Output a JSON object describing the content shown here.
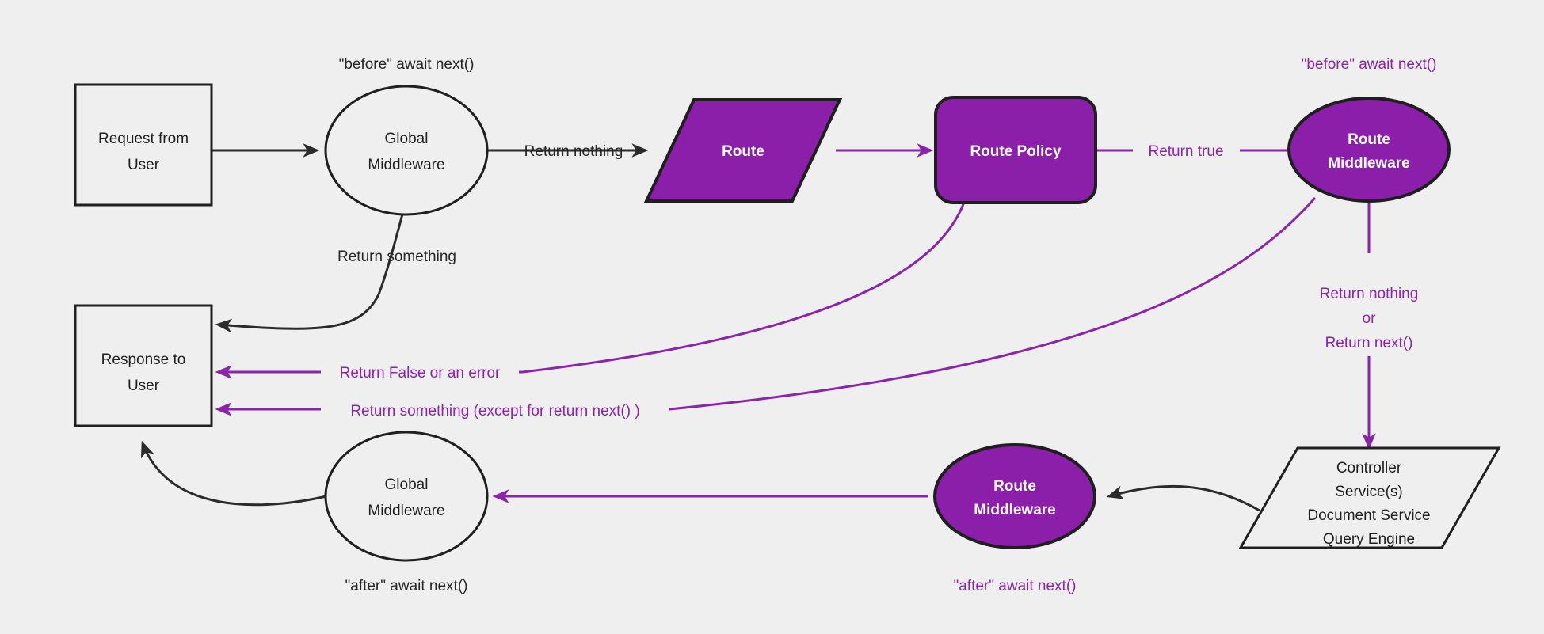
{
  "diagram": {
    "title": "Request lifecycle middleware flow",
    "background_color": "#efeff0",
    "accent_color": "#8b1fa9",
    "accent_text_color": "#8b23ad",
    "dark_color": "#1f1f1f",
    "nodes": [
      {
        "id": "request",
        "shape": "rectangle",
        "style": "plain",
        "line1": "Request from",
        "line2": "User"
      },
      {
        "id": "global-mw-top",
        "shape": "ellipse",
        "style": "plain",
        "line1": "Global",
        "line2": "Middleware"
      },
      {
        "id": "route",
        "shape": "parallelogram",
        "style": "purple",
        "line1": "Route",
        "line2": ""
      },
      {
        "id": "route-policy",
        "shape": "rounded-rect",
        "style": "purple",
        "line1": "Route Policy",
        "line2": ""
      },
      {
        "id": "route-mw-top",
        "shape": "ellipse",
        "style": "purple",
        "line1": "Route",
        "line2": "Middleware"
      },
      {
        "id": "controller",
        "shape": "parallelogram",
        "style": "plain",
        "line1": "Controller",
        "line2": "Service(s)",
        "line3": "Document Service",
        "line4": "Query Engine"
      },
      {
        "id": "route-mw-bottom",
        "shape": "ellipse",
        "style": "purple",
        "line1": "Route",
        "line2": "Middleware"
      },
      {
        "id": "global-mw-bottom",
        "shape": "ellipse",
        "style": "plain",
        "line1": "Global",
        "line2": "Middleware"
      },
      {
        "id": "response",
        "shape": "rectangle",
        "style": "plain",
        "line1": "Response to",
        "line2": "User"
      }
    ],
    "annotations": [
      {
        "id": "before-global",
        "text": "\"before\" await next()",
        "color": "dark"
      },
      {
        "id": "before-route",
        "text": "\"before\" await next()",
        "color": "purple"
      },
      {
        "id": "after-global",
        "text": "\"after\" await next()",
        "color": "dark"
      },
      {
        "id": "after-route",
        "text": "\"after\" await next()",
        "color": "purple"
      }
    ],
    "edge_labels": [
      {
        "id": "return-nothing",
        "text": "Return nothing",
        "color": "dark"
      },
      {
        "id": "return-something",
        "text": "Return something",
        "color": "dark"
      },
      {
        "id": "return-true",
        "text": "Return true",
        "color": "purple"
      },
      {
        "id": "return-false-error",
        "text": "Return False or an error",
        "color": "purple"
      },
      {
        "id": "return-something-exc",
        "text": "Return something (except for return next() )",
        "color": "purple"
      },
      {
        "id": "return-nothing-2",
        "text": "Return nothing",
        "color": "purple"
      },
      {
        "id": "or",
        "text": "or",
        "color": "purple"
      },
      {
        "id": "return-next",
        "text": "Return next()",
        "color": "purple"
      }
    ]
  }
}
